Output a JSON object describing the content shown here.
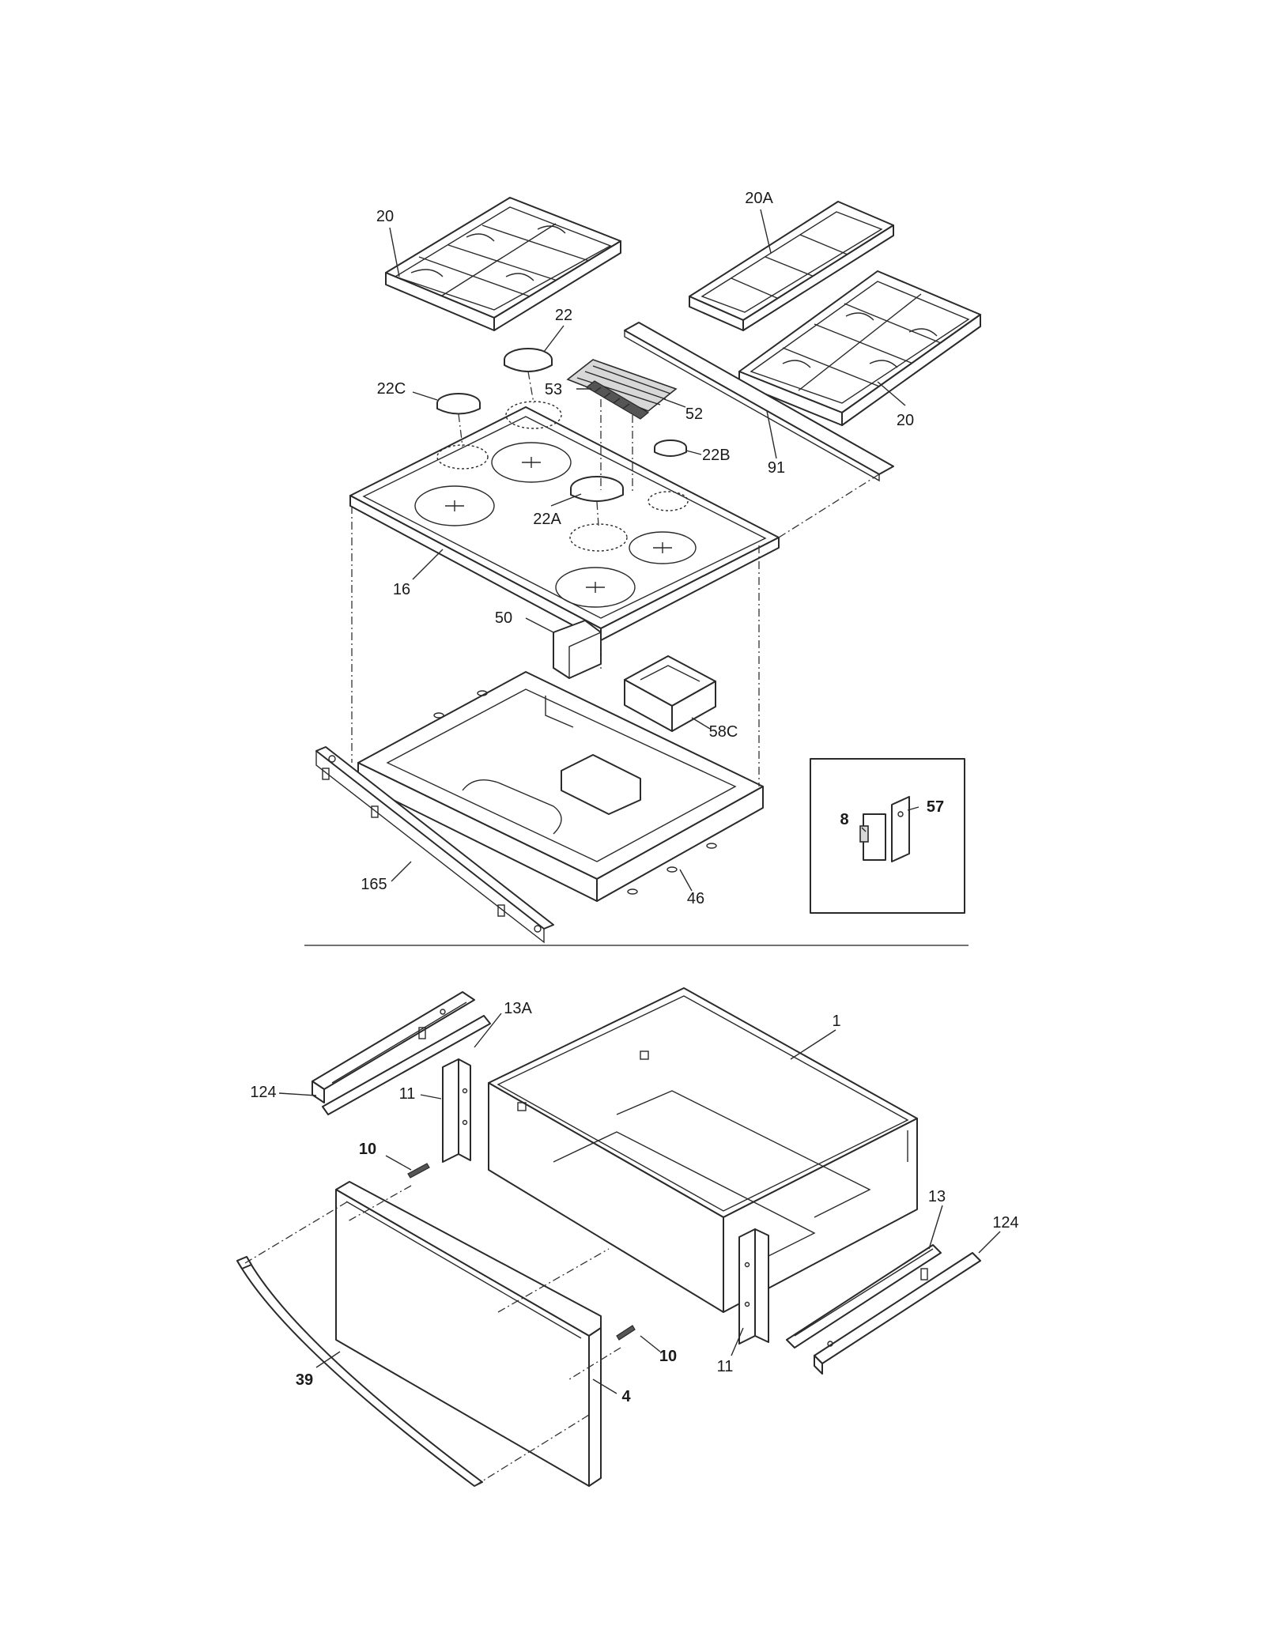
{
  "labels": {
    "grate_left": "20",
    "grate_rear_right": "20A",
    "grate_front_right": "20",
    "cap_22": "22",
    "cap_22c": "22C",
    "cap_22b": "22B",
    "cap_22a": "22A",
    "vent_53": "53",
    "vent_52": "52",
    "trim_91": "91",
    "cooktop_16": "16",
    "bracket_50": "50",
    "box_58c": "58C",
    "inset_8": "8",
    "inset_57": "57",
    "rail_165": "165",
    "pan_46": "46",
    "slide_13a": "13A",
    "drawer_1": "1",
    "slide_124_left": "124",
    "bracket_11_left": "11",
    "screw_10_left": "10",
    "slide_13": "13",
    "slide_124_right": "124",
    "bracket_11_right": "11",
    "screw_10_right": "10",
    "handle_39": "39",
    "panel_4": "4"
  }
}
